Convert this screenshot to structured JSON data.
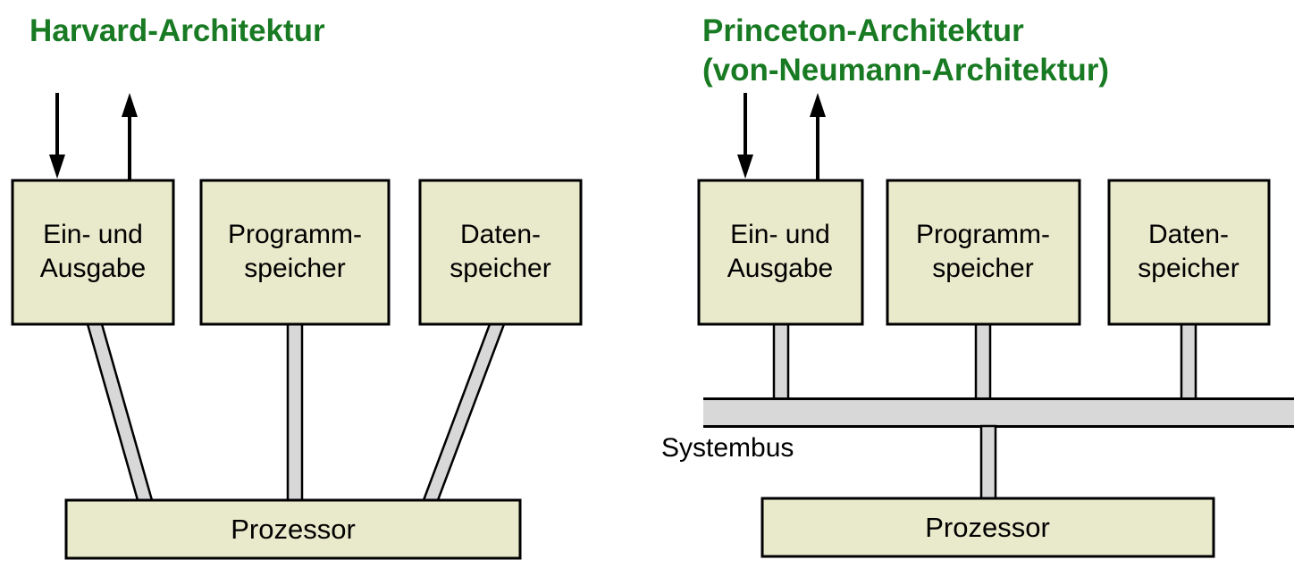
{
  "colors": {
    "title_green": "#187a22",
    "box_fill": "#e9e9cb",
    "box_stroke": "#000000",
    "connector_fill": "#d8d8d8",
    "connector_stroke": "#000000",
    "text": "#000000",
    "background": "#ffffff"
  },
  "icons": {
    "input_arrow": "↓",
    "output_arrow": "↑"
  },
  "harvard": {
    "title": "Harvard-Architektur",
    "boxes": [
      {
        "line1": "Ein- und",
        "line2": "Ausgabe"
      },
      {
        "line1": "Programm-",
        "line2": "speicher"
      },
      {
        "line1": "Daten-",
        "line2": "speicher"
      }
    ],
    "processor_label": "Prozessor"
  },
  "princeton": {
    "title_line1": "Princeton-Architektur",
    "title_line2": "(von-Neumann-Architektur)",
    "boxes": [
      {
        "line1": "Ein- und",
        "line2": "Ausgabe"
      },
      {
        "line1": "Programm-",
        "line2": "speicher"
      },
      {
        "line1": "Daten-",
        "line2": "speicher"
      }
    ],
    "bus_label": "Systembus",
    "processor_label": "Prozessor"
  }
}
